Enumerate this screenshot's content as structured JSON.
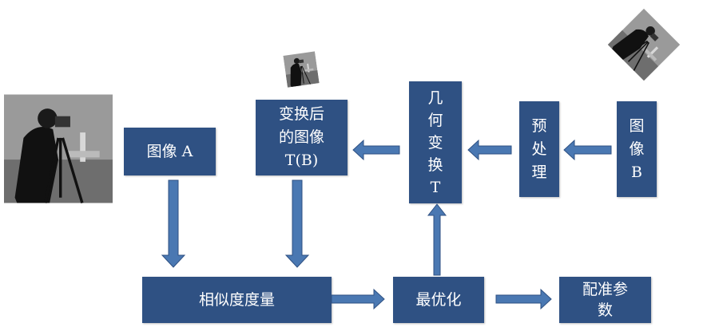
{
  "nodes": {
    "image_a": "图像 A",
    "transformed": [
      "变换后",
      "的图像",
      "T(B)"
    ],
    "transform": [
      "几",
      "何",
      "变",
      "换",
      "T"
    ],
    "preprocess": [
      "预",
      "处",
      "理"
    ],
    "image_b": [
      "图",
      "像",
      "B"
    ],
    "similarity": "相似度度量",
    "optimize": "最优化",
    "params": [
      "配准参",
      "数"
    ]
  },
  "colors": {
    "box": "#2f5183",
    "arrow": "#4a78b2",
    "arrow_edge": "#2f5183"
  }
}
